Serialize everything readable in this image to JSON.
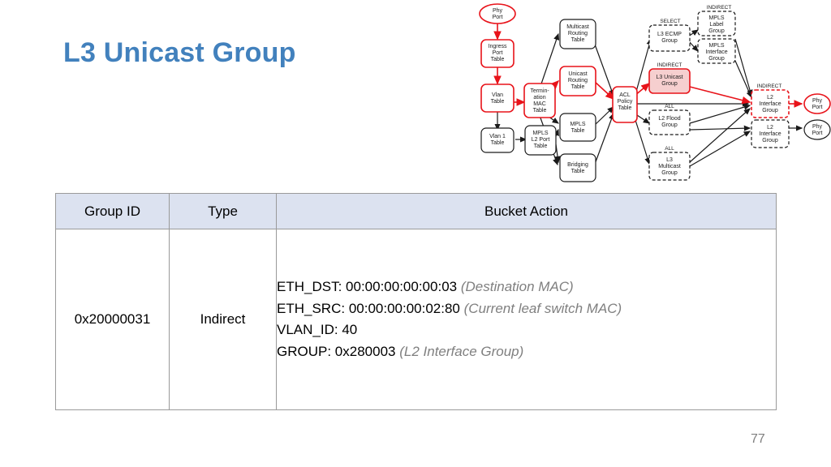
{
  "slide": {
    "title": "L3 Unicast Group",
    "page_number": "77",
    "title_color": "#4281bd"
  },
  "table": {
    "headers": [
      "Group ID",
      "Type",
      "Bucket Action"
    ],
    "header_bg": "#dce2f0",
    "rows": [
      {
        "group_id": "0x20000031",
        "type": "Indirect",
        "bucket_action": [
          {
            "label": "ETH_DST:",
            "value": "00:00:00:00:00:03",
            "note": "(Destination MAC)"
          },
          {
            "label": "ETH_SRC:",
            "value": "00:00:00:00:02:80",
            "note": "(Current leaf switch MAC)"
          },
          {
            "label": "VLAN_ID:",
            "value": "40",
            "note": ""
          },
          {
            "label": "GROUP:",
            "value": "0x280003",
            "note": "(L2 Interface Group)"
          }
        ]
      }
    ]
  },
  "diagram": {
    "highlight_color": "#e8131a",
    "highlight_fill": "#f6cfcf",
    "normal_color": "#1a1a1a",
    "nodes": {
      "phy_port_in": "Phy Port",
      "ingress_port_table": "Ingress Port Table",
      "vlan_table": "Vlan Table",
      "vlan1_table": "Vlan 1 Table",
      "termination_mac_table": "Termin- ation MAC Table",
      "mpls_l2_port_table": "MPLS L2 Port Table",
      "multicast_routing_table": "Multicast Routing Table",
      "unicast_routing_table": "Unicast Routing Table",
      "mpls_table": "MPLS Table",
      "bridging_table": "Bridging Table",
      "acl_policy_table": "ACL Policy Table",
      "l3_ecmp_group": "L3 ECMP Group",
      "l3_unicast_group": "L3 Unicast Group",
      "l2_flood_group": "L2 Flood Group",
      "l3_multicast_group": "L3 Multicast Group",
      "mpls_label_group": "MPLS Label Group",
      "mpls_interface_group": "MPLS Interface Group",
      "l2_interface_group_1": "L2 Interface Group",
      "l2_interface_group_2": "L2 Interface Group",
      "phy_port_out_1": "Phy Port",
      "phy_port_out_2": "Phy Port"
    },
    "captions": {
      "select": "SELECT",
      "indirect": "INDIRECT",
      "all": "ALL"
    },
    "node_lines": {
      "phy_port_in": [
        "Phy",
        "Port"
      ],
      "ingress_port_table": [
        "Ingress",
        "Port",
        "Table"
      ],
      "vlan_table": [
        "Vlan",
        "Table"
      ],
      "vlan1_table": [
        "Vlan 1",
        "Table"
      ],
      "termination_mac_table": [
        "Termin-",
        "ation",
        "MAC",
        "Table"
      ],
      "mpls_l2_port_table": [
        "MPLS",
        "L2 Port",
        "Table"
      ],
      "multicast_routing_table": [
        "Multicast",
        "Routing",
        "Table"
      ],
      "unicast_routing_table": [
        "Unicast",
        "Routing",
        "Table"
      ],
      "mpls_table": [
        "MPLS",
        "Table"
      ],
      "bridging_table": [
        "Bridging",
        "Table"
      ],
      "acl_policy_table": [
        "ACL",
        "Policy",
        "Table"
      ],
      "l3_ecmp_group": [
        "L3 ECMP",
        "Group"
      ],
      "l3_unicast_group": [
        "L3 Unicast",
        "Group"
      ],
      "l2_flood_group": [
        "L2 Flood",
        "Group"
      ],
      "l3_multicast_group": [
        "L3",
        "Multicast",
        "Group"
      ],
      "mpls_label_group": [
        "MPLS",
        "Label",
        "Group"
      ],
      "mpls_interface_group": [
        "MPLS",
        "Interface",
        "Group"
      ],
      "l2_interface_group_1": [
        "L2",
        "Interface",
        "Group"
      ],
      "l2_interface_group_2": [
        "L2",
        "Interface",
        "Group"
      ],
      "phy_port_out_1": [
        "Phy",
        "Port"
      ],
      "phy_port_out_2": [
        "Phy",
        "Port"
      ]
    }
  }
}
